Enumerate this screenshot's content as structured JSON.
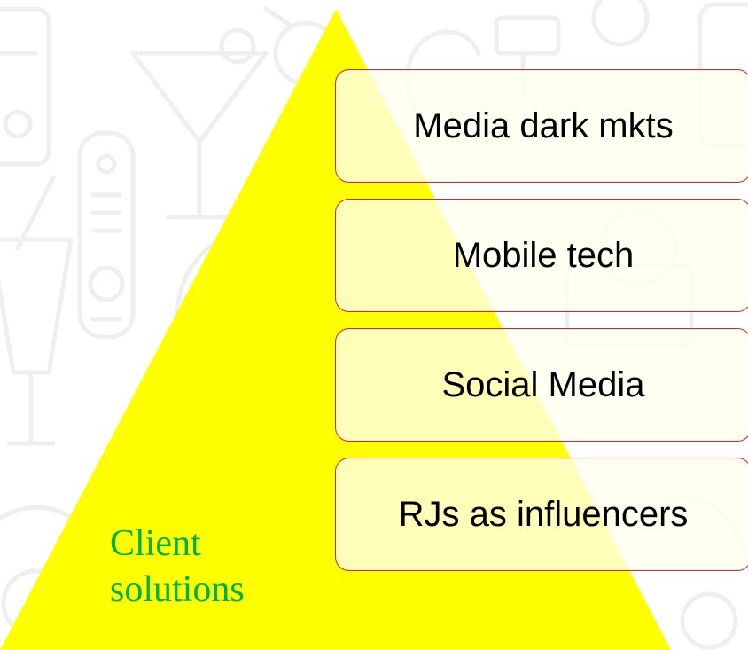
{
  "diagram": {
    "colors": {
      "pyramid_fill": "#ffff00",
      "box_border": "#e0202a",
      "box_fill": "#ffffee",
      "box_text": "#000000",
      "pyramid_label": "#00b050",
      "background_doodles": "#efefef"
    },
    "pyramid_label": {
      "line1": "Client",
      "line2": "solutions"
    },
    "boxes": [
      {
        "label": "Media dark mkts"
      },
      {
        "label": "Mobile tech"
      },
      {
        "label": "Social Media"
      },
      {
        "label": "RJs as influencers"
      }
    ]
  }
}
